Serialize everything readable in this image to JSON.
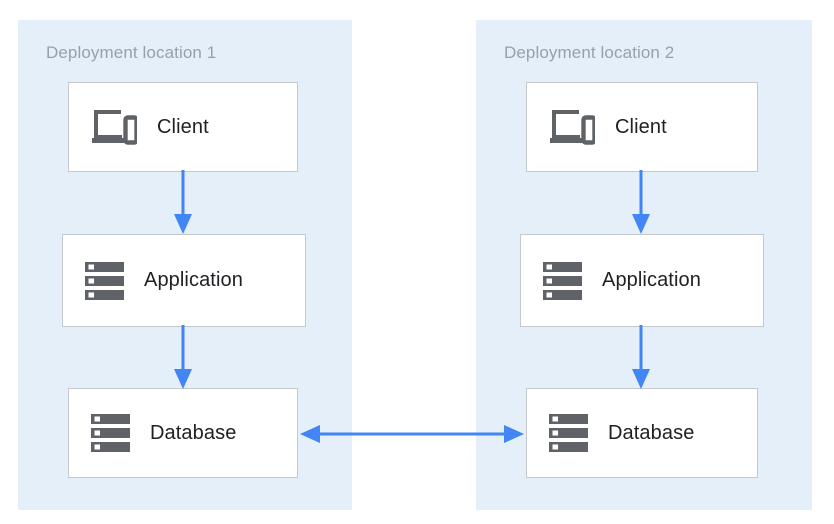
{
  "diagram": {
    "type": "deployment-architecture",
    "title": "",
    "colors": {
      "panel_background": "#E4EFFA",
      "node_background": "#FFFFFF",
      "node_border": "#C6C9CC",
      "arrow": "#4285F4",
      "icon": "#5F6368",
      "panel_title_text": "#9AA0A6",
      "node_label_text": "#202124"
    },
    "panels": [
      {
        "id": "location-1",
        "title": "Deployment location 1",
        "nodes": [
          {
            "id": "client-1",
            "label": "Client",
            "icon": "devices-icon"
          },
          {
            "id": "application-1",
            "label": "Application",
            "icon": "server-icon"
          },
          {
            "id": "database-1",
            "label": "Database",
            "icon": "server-icon"
          }
        ]
      },
      {
        "id": "location-2",
        "title": "Deployment location 2",
        "nodes": [
          {
            "id": "client-2",
            "label": "Client",
            "icon": "devices-icon"
          },
          {
            "id": "application-2",
            "label": "Application",
            "icon": "server-icon"
          },
          {
            "id": "database-2",
            "label": "Database",
            "icon": "server-icon"
          }
        ]
      }
    ],
    "connections": [
      {
        "from": "client-1",
        "to": "application-1",
        "direction": "down",
        "arrowheads": 1
      },
      {
        "from": "application-1",
        "to": "database-1",
        "direction": "down",
        "arrowheads": 1
      },
      {
        "from": "client-2",
        "to": "application-2",
        "direction": "down",
        "arrowheads": 1
      },
      {
        "from": "application-2",
        "to": "database-2",
        "direction": "down",
        "arrowheads": 1
      },
      {
        "from": "database-1",
        "to": "database-2",
        "direction": "bidirectional",
        "arrowheads": 2
      }
    ]
  }
}
